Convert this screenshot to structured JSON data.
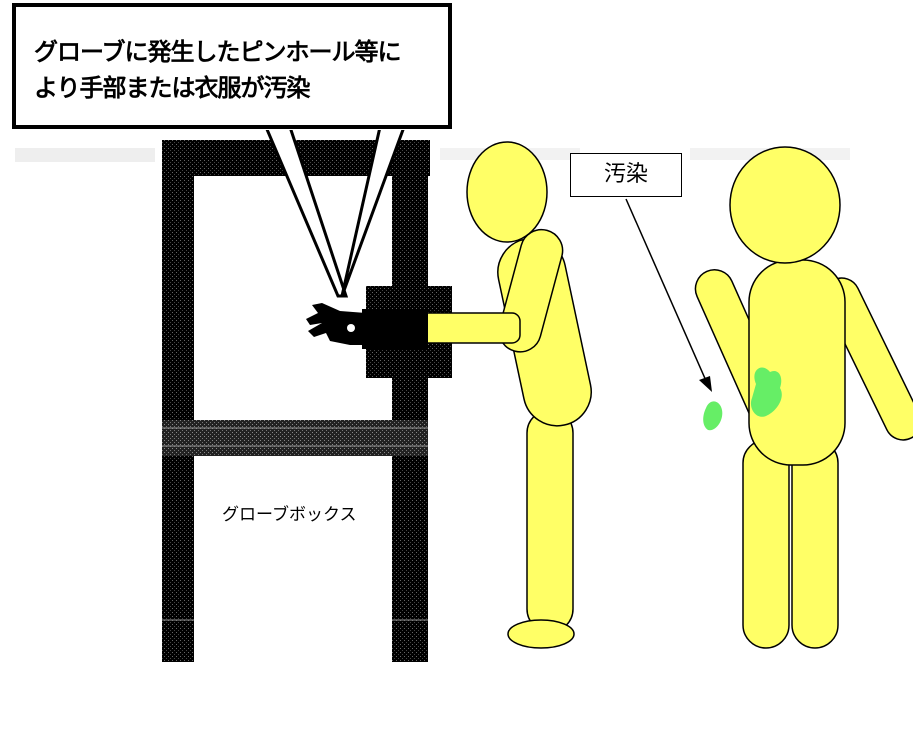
{
  "callout": {
    "line1": "グローブに発生したピンホール等に",
    "line2": "より手部または衣服が汚染"
  },
  "contamination_label": "汚染",
  "glovebox_label": "グローブボックス",
  "colors": {
    "body_fill": "#ffff66",
    "contamination": "#66ee66",
    "glovebox": "#111111",
    "outline": "#000000"
  }
}
